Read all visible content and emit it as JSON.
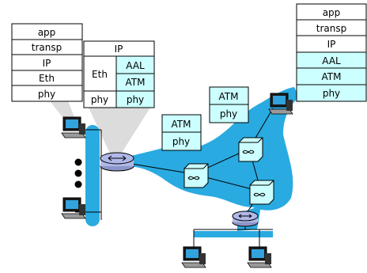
{
  "colors": {
    "network": "#29aae1",
    "stack_fill_white": "#ffffff",
    "stack_fill_cyan": "#ccffff",
    "callout": "#dcdcdc",
    "switch_fill": "#ccffff",
    "router_fill": "#b0b8e8"
  },
  "host_stack": [
    "app",
    "transp",
    "IP",
    "Eth",
    "phy"
  ],
  "router_stack": {
    "top": "IP",
    "left_mid": "Eth",
    "right_mid": [
      "AAL",
      "ATM"
    ],
    "left_bottom": "phy",
    "right_bottom": "phy"
  },
  "atm_switch_stack_1": [
    "ATM",
    "phy"
  ],
  "atm_switch_stack_2": [
    "ATM",
    "phy"
  ],
  "atm_host_stack": [
    "app",
    "transp",
    "IP",
    "AAL",
    "ATM",
    "phy"
  ],
  "icons": {
    "host": "desktop-computer-icon",
    "router": "router-icon",
    "atm_switch": "atm-switch-icon",
    "ellipsis": "vertical-dots"
  }
}
